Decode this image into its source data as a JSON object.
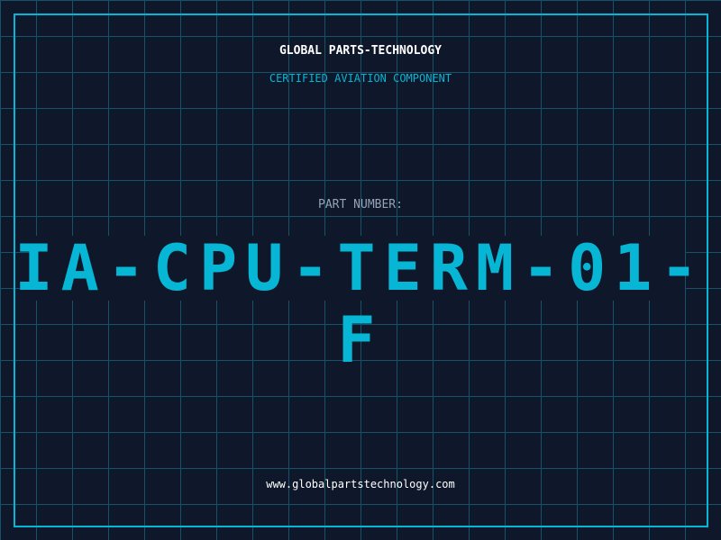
{
  "header": {
    "company": "GLOBAL PARTS-TECHNOLOGY",
    "certification": "CERTIFIED AVIATION COMPONENT"
  },
  "part": {
    "label": "PART NUMBER:",
    "number": "IA-CPU-TERM-01-F"
  },
  "footer": {
    "url": "www.globalpartstechnology.com"
  },
  "colors": {
    "background": "#0f172a",
    "accent": "#06b6d4",
    "grid": "#155e75"
  }
}
